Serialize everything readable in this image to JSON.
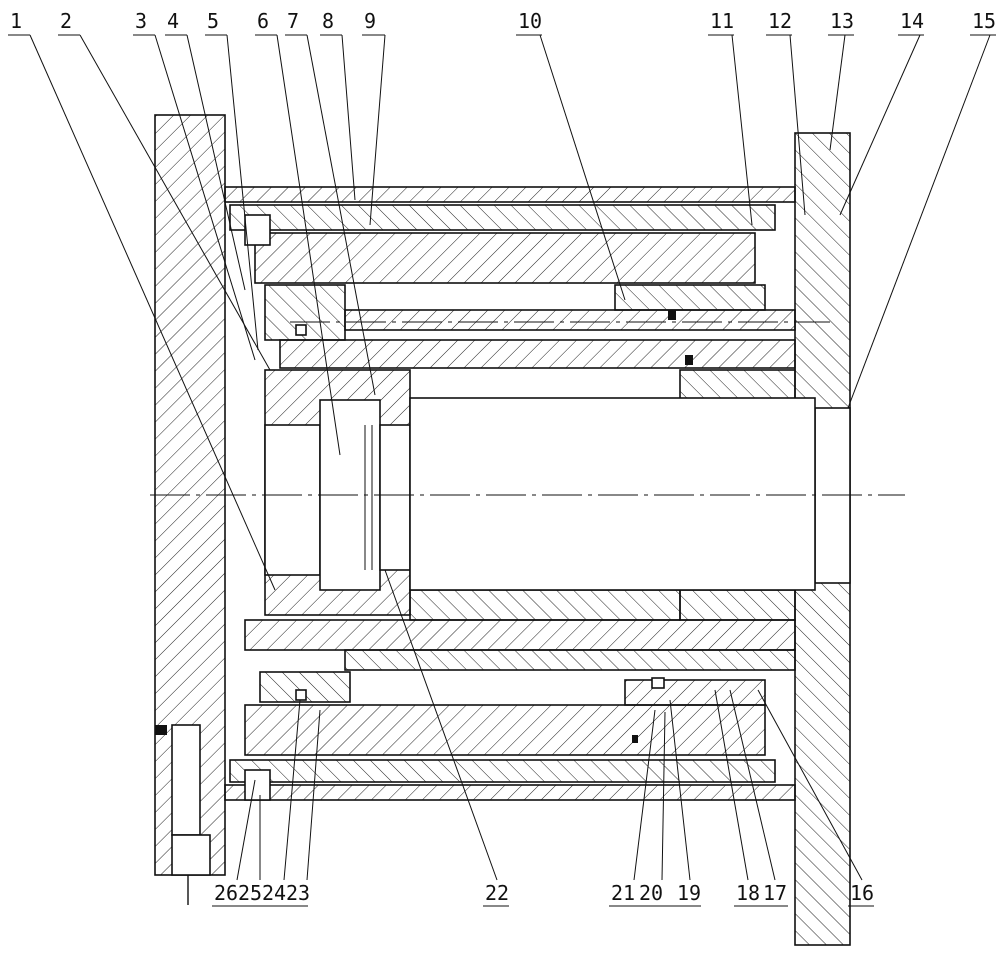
{
  "drawing": {
    "title": "Rotary cylinder / spindle assembly cross-section",
    "top_labels": [
      "1",
      "2",
      "3",
      "4",
      "5",
      "6",
      "7",
      "8",
      "9",
      "10",
      "11",
      "12",
      "13",
      "14",
      "15"
    ],
    "bottom_labels": [
      "26",
      "25",
      "24",
      "23",
      "22",
      "21",
      "20",
      "19",
      "18",
      "17",
      "16"
    ]
  }
}
